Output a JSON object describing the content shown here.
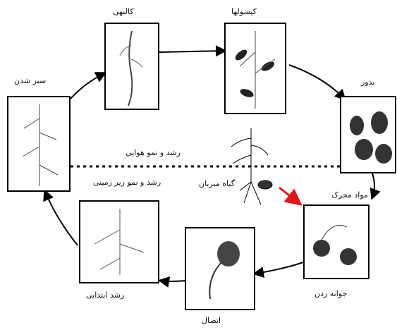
{
  "labels": {
    "kaluhak": "کالبهی",
    "kapsulha": "کپسولها",
    "boozor": "بذور",
    "sabz_shodan": "سبز شدن",
    "rooyesh_havaee": "رشد و نمو هوایی",
    "rooyesh_zir_zamini": "رشد و نمو زیر زمینی",
    "giah_mizban": "گیاه میزبان",
    "mavad_moharrek": "مواد محرک",
    "javane_zadan": "جوانه زدن",
    "etesal": "اتصال",
    "roshd_ebtedaei": "رشد ابتدایی"
  },
  "colors": {
    "cycle_line": "#000000",
    "stimulus_arrow": "#e0161a"
  },
  "icons": [
    "cycle-arrow-icon",
    "stimulus-arrow-icon"
  ]
}
